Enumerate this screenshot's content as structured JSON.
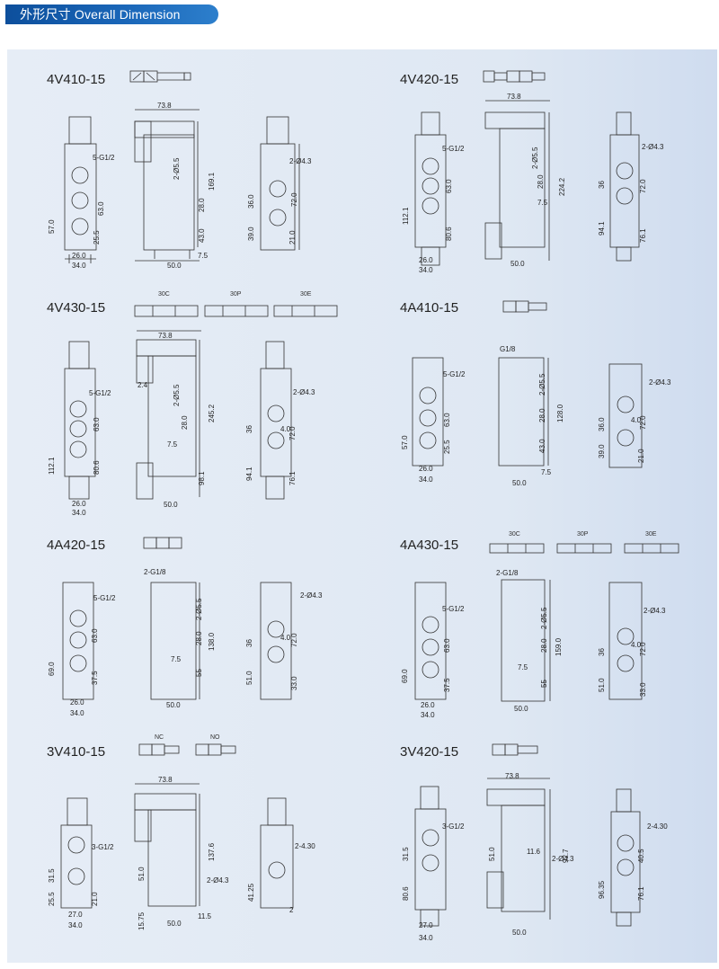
{
  "header": {
    "title": "外形尺寸 Overall Dimension"
  },
  "models": [
    {
      "name": "4V410-15"
    },
    {
      "name": "4V420-15"
    },
    {
      "name": "4V430-15"
    },
    {
      "name": "4A410-15"
    },
    {
      "name": "4A420-15"
    },
    {
      "name": "4A430-15"
    },
    {
      "name": "3V410-15"
    },
    {
      "name": "3V420-15"
    }
  ],
  "symbol_captions": {
    "c30": "30C",
    "p30": "30P",
    "e30": "30E",
    "nc": "NC",
    "no": "NO"
  },
  "dims": {
    "d73_8": "73.8",
    "d2o5_5": "2-Ø5.5",
    "d169_1": "169.1",
    "d28_0": "28.0",
    "d43_0": "43.0",
    "d7_5": "7.5",
    "d50_0": "50.0",
    "d5g12": "5-G1/2",
    "d63_0": "63.0",
    "d57_0": "57.0",
    "d25_5": "25.5",
    "d26_0": "26.0",
    "d34_0": "34.0",
    "d2o4_3": "2-Ø4.3",
    "d72_0": "72.0",
    "d36_0": "36.0",
    "d39_0": "39.0",
    "d21_0": "21.0",
    "d224_2": "224.2",
    "d112_1": "112.1",
    "d80_6": "80.6",
    "d36": "36",
    "d94_1": "94.1",
    "d76_1": "76.1",
    "d2_4": "2.4",
    "d245_2": "245.2",
    "d98_1": "98.1",
    "d4_0": "4.0",
    "g1_8": "G1/8",
    "d128_0": "128.0",
    "d2g1_8": "2-G1/8",
    "d138_0": "138.0",
    "d69_0": "69.0",
    "d37_5": "37.5",
    "d55": "55",
    "d51_0": "51.0",
    "d33_0": "33.0",
    "d159_0": "159.0",
    "d3g12": "3-G1/2",
    "d31_5": "31.5",
    "d27_0": "27.0",
    "d137_6": "137.6",
    "d15_75": "15.75",
    "d11_5": "11.5",
    "d2_4_30": "2-4.30",
    "d41_25": "41.25",
    "d2": "2",
    "d11_6": "11.6",
    "d92_7": "92.7",
    "d96_35": "96.35",
    "d40_5": "40.5"
  }
}
